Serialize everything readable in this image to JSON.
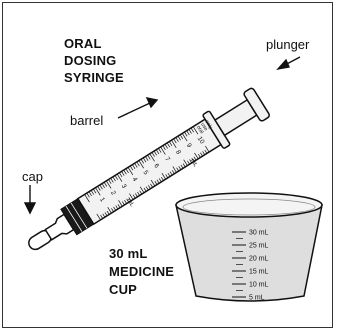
{
  "syringe": {
    "title_lines": [
      "ORAL",
      "DOSING",
      "SYRINGE"
    ],
    "labels": {
      "plunger": "plunger",
      "barrel": "barrel",
      "cap": "cap"
    },
    "scale_numbers": [
      "1",
      "2",
      "3",
      "4",
      "5",
      "6",
      "7",
      "8",
      "9",
      "10"
    ],
    "scale_unit": "mL",
    "tip_text": [
      "oral",
      "use",
      "only"
    ]
  },
  "cup": {
    "title_lines": [
      "30 mL",
      "MEDICINE",
      "CUP"
    ],
    "graduations": [
      "30 mL",
      "25 mL",
      "20 mL",
      "15 mL",
      "10 mL",
      "5 mL"
    ]
  },
  "colors": {
    "line": "#111111",
    "fill_light": "#f2f2f2",
    "cup_fill": "#dedede",
    "dark_band": "#1a1a1a"
  }
}
